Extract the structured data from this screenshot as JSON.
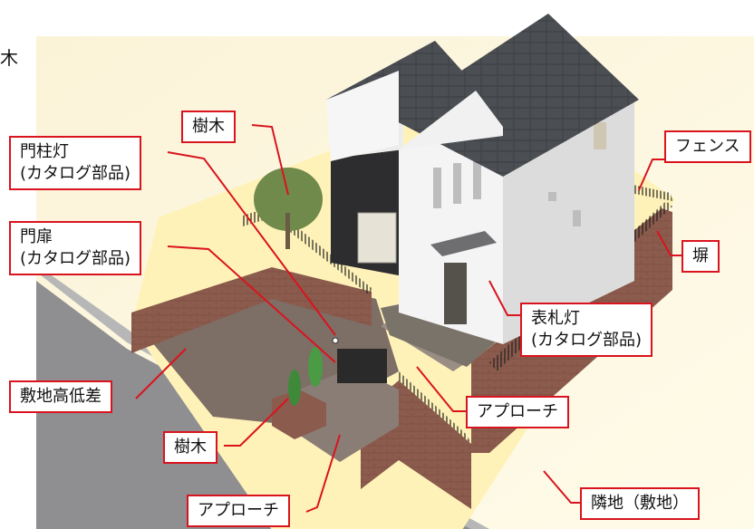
{
  "top_left_text": "木",
  "labels": {
    "tree_top": "樹木",
    "gate_light_l1": "門柱灯",
    "gate_light_l2": "(カタログ部品)",
    "gate_door_l1": "門扉",
    "gate_door_l2": "(カタログ部品)",
    "level_diff": "敷地高低差",
    "tree_bottom": "樹木",
    "approach_bottom": "アプローチ",
    "fence": "フェンス",
    "wall": "塀",
    "nameplate_light_l1": "表札灯",
    "nameplate_light_l2": "(カタログ部品)",
    "approach_right": "アプローチ",
    "neighbor_lot": "隣地（敷地）"
  },
  "colors": {
    "callout_red": "#d9141e",
    "roof": "#4a4d52",
    "wall_white": "#f2f2f2",
    "brick": "#8a5a4c",
    "yard_light": "#fff4c2",
    "paving": "#7e6f66",
    "road": "#8d8d8f"
  }
}
